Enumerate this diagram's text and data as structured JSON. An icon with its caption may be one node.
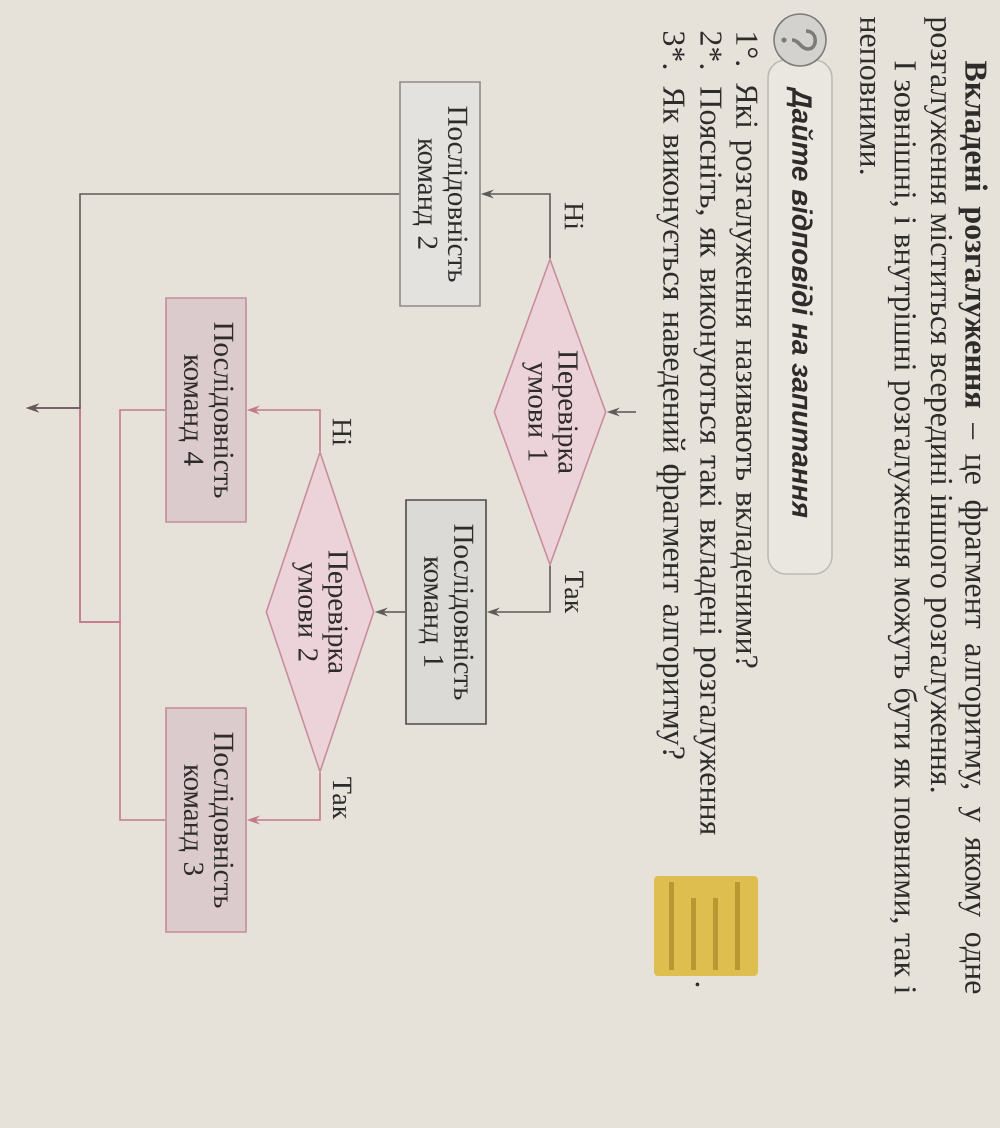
{
  "diagram": {
    "nodes": [
      {
        "text": [
          "Перевірка умови 1"
        ]
      },
      {
        "text": [
          "Послідовність команд 2"
        ]
      },
      {
        "text": [
          "Послідовність команд 1"
        ]
      },
      {
        "text": [
          "Перевірка умови 2"
        ]
      },
      {
        "text": [
          "Послідовність команд 4"
        ]
      },
      {
        "text": [
          "Послідовність команд 3"
        ]
      }
    ],
    "edges": [
      {
        "from": null,
        "to": 0,
        "arrow": "to"
      },
      {
        "from": 0,
        "to": 1,
        "arrow": "to",
        "label": "Ні"
      },
      {
        "from": 0,
        "to": 2,
        "arrow": "to",
        "label": "Так"
      },
      {
        "from": 2,
        "to": 3,
        "arrow": "to"
      },
      {
        "from": 3,
        "to": 4,
        "arrow": "to",
        "label": "Ні",
        "color": "#c47a8c"
      },
      {
        "from": 3,
        "to": 5,
        "arrow": "to",
        "label": "Так",
        "color": "#c47a8c"
      },
      {
        "from": 1,
        "to": null,
        "arrow": "to"
      },
      {
        "from": 4,
        "to": null,
        "arrow": "to",
        "color": "#c47a8c"
      },
      {
        "from": 5,
        "to": null,
        "arrow": "to",
        "color": "#c47a8c"
      }
    ],
    "labels": [
      "**Вкладені розгалуження** – це фрагмент алгоритму, у якому одне розгалуження міститься всередині іншого розгалуження.",
      "І зовнішні, і внутрішні розгалуження можуть бути як повними, так і неповними.",
      "Дайте відповіді на запитання",
      "1°. Які розгалуження називають вкладеними?",
      "2*. Поясніть, як виконуються такі вкладені розгалуження",
      ".",
      "3*. Як виконується наведений фрагмент алгоритму?"
    ]
  }
}
